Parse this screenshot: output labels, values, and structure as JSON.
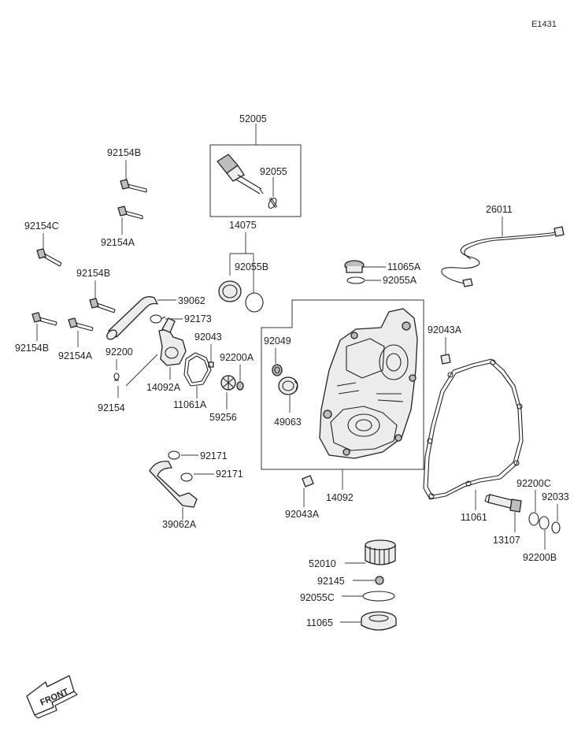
{
  "diagram_ref": "E1431",
  "front_label": "FRONT",
  "labels": {
    "p52005": "52005",
    "p92055": "92055",
    "p14075": "14075",
    "p92055B": "92055B",
    "p92154B_top": "92154B",
    "p92154A_top": "92154A",
    "p92154C": "92154C",
    "p92154B_mid": "92154B",
    "p92154B_low": "92154B",
    "p92154A_low": "92154A",
    "p39062": "39062",
    "p92173": "92173",
    "p92043": "92043",
    "p92200": "92200",
    "p92200A": "92200A",
    "p14092A": "14092A",
    "p11061A": "11061A",
    "p92154": "92154",
    "p59256": "59256",
    "p92049": "92049",
    "p49063": "49063",
    "p26011": "26011",
    "p11065A": "11065A",
    "p92055A": "92055A",
    "p92043A_right": "92043A",
    "p92171_a": "92171",
    "p92171_b": "92171",
    "p39062A": "39062A",
    "p14092": "14092",
    "p92043A_low": "92043A",
    "p11061": "11061",
    "p92200C": "92200C",
    "p92033": "92033",
    "p13107": "13107",
    "p92200B": "92200B",
    "p52010": "52010",
    "p92145": "92145",
    "p92055C": "92055C",
    "p11065": "11065"
  }
}
